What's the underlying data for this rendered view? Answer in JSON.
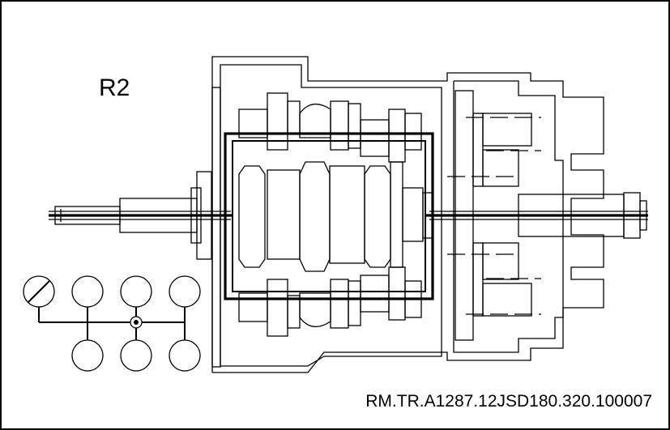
{
  "diagram": {
    "gear_label": "R2",
    "reference_code": "RM.TR.A1287.12JSD180.320.100007"
  },
  "gear_selector": {
    "positions": [
      {
        "id": "neutral",
        "crossed": true
      },
      {
        "id": "upper-2",
        "crossed": false
      },
      {
        "id": "upper-3",
        "crossed": false
      },
      {
        "id": "upper-4",
        "crossed": false
      },
      {
        "id": "lower-2",
        "crossed": false
      },
      {
        "id": "lower-3",
        "crossed": false
      },
      {
        "id": "lower-4",
        "crossed": false
      }
    ],
    "center_dot": true
  }
}
